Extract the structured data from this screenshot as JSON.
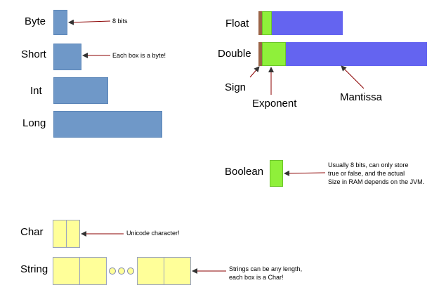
{
  "integers": {
    "byte_label": "Byte",
    "short_label": "Short",
    "int_label": "Int",
    "long_label": "Long",
    "byte_note": "8 bits",
    "short_note": "Each box is a byte!"
  },
  "floating": {
    "float_label": "Float",
    "double_label": "Double",
    "sign_label": "Sign",
    "exponent_label": "Exponent",
    "mantissa_label": "Mantissa"
  },
  "boolean": {
    "label": "Boolean",
    "note_lines": [
      "Usually 8 bits, can only store",
      "true or false, and the actual",
      "Size in RAM depends on the JVM."
    ]
  },
  "char": {
    "label": "Char",
    "note": "Unicode character!"
  },
  "string": {
    "label": "String",
    "note_lines": [
      "Strings can be any length,",
      "each box is a Char!"
    ]
  },
  "colors": {
    "integer_fill": "#6f98c8",
    "char_fill": "#ffff99",
    "exponent_fill": "#8ff03a",
    "mantissa_fill": "#6464f0",
    "sign_fill": "#9b6447",
    "arrow": "#8b0000"
  }
}
